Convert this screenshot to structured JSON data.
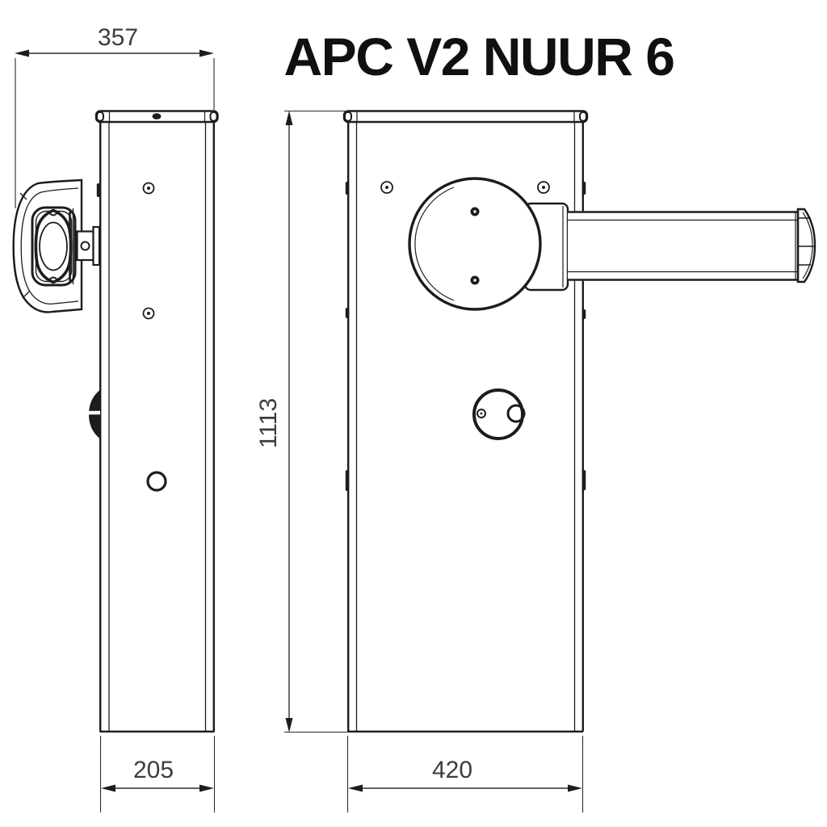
{
  "title": "APC V2 NUUR 6",
  "dimensions": {
    "side_overall_width": {
      "value": "357"
    },
    "side_depth": {
      "value": "205"
    },
    "cabinet_height": {
      "value": "1113"
    },
    "front_width": {
      "value": "420"
    }
  },
  "colors": {
    "background": "#ffffff",
    "line": "#1c1c1c",
    "dimension_line": "#2b2b2b",
    "dimension_text": "#3c3c3c",
    "title_text": "#101010"
  }
}
